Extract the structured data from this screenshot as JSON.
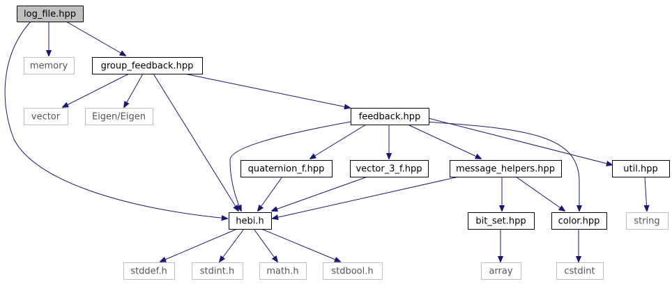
{
  "diagram": {
    "colors": {
      "edge": "#191970",
      "root_fill": "#bfbfbf",
      "root_stroke": "#000000",
      "project_stroke": "#000000",
      "external_stroke": "#bfbfbf",
      "project_text": "#000000",
      "external_text": "#555555",
      "background": "#ffffff"
    },
    "nodes": [
      {
        "id": "log_file",
        "label": "log_file.hpp",
        "kind": "root"
      },
      {
        "id": "memory",
        "label": "memory",
        "kind": "external"
      },
      {
        "id": "group_feedback",
        "label": "group_feedback.hpp",
        "kind": "project"
      },
      {
        "id": "vector",
        "label": "vector",
        "kind": "external"
      },
      {
        "id": "eigen",
        "label": "Eigen/Eigen",
        "kind": "external"
      },
      {
        "id": "feedback",
        "label": "feedback.hpp",
        "kind": "project"
      },
      {
        "id": "quaternion_f",
        "label": "quaternion_f.hpp",
        "kind": "project"
      },
      {
        "id": "vector_3_f",
        "label": "vector_3_f.hpp",
        "kind": "project"
      },
      {
        "id": "message_helpers",
        "label": "message_helpers.hpp",
        "kind": "project"
      },
      {
        "id": "util",
        "label": "util.hpp",
        "kind": "project"
      },
      {
        "id": "hebi_h",
        "label": "hebi.h",
        "kind": "project"
      },
      {
        "id": "bit_set",
        "label": "bit_set.hpp",
        "kind": "project"
      },
      {
        "id": "color",
        "label": "color.hpp",
        "kind": "project"
      },
      {
        "id": "string",
        "label": "string",
        "kind": "external"
      },
      {
        "id": "stddef",
        "label": "stddef.h",
        "kind": "external"
      },
      {
        "id": "stdint",
        "label": "stdint.h",
        "kind": "external"
      },
      {
        "id": "math",
        "label": "math.h",
        "kind": "external"
      },
      {
        "id": "stdbool",
        "label": "stdbool.h",
        "kind": "external"
      },
      {
        "id": "array",
        "label": "array",
        "kind": "external"
      },
      {
        "id": "cstdint",
        "label": "cstdint",
        "kind": "external"
      }
    ],
    "edges": [
      {
        "from": "log_file",
        "to": "memory"
      },
      {
        "from": "log_file",
        "to": "group_feedback"
      },
      {
        "from": "log_file",
        "to": "hebi_h"
      },
      {
        "from": "group_feedback",
        "to": "vector"
      },
      {
        "from": "group_feedback",
        "to": "eigen"
      },
      {
        "from": "group_feedback",
        "to": "feedback"
      },
      {
        "from": "group_feedback",
        "to": "hebi_h"
      },
      {
        "from": "feedback",
        "to": "hebi_h"
      },
      {
        "from": "feedback",
        "to": "quaternion_f"
      },
      {
        "from": "feedback",
        "to": "vector_3_f"
      },
      {
        "from": "feedback",
        "to": "message_helpers"
      },
      {
        "from": "feedback",
        "to": "color"
      },
      {
        "from": "feedback",
        "to": "util"
      },
      {
        "from": "quaternion_f",
        "to": "hebi_h"
      },
      {
        "from": "vector_3_f",
        "to": "hebi_h"
      },
      {
        "from": "message_helpers",
        "to": "hebi_h"
      },
      {
        "from": "message_helpers",
        "to": "bit_set"
      },
      {
        "from": "message_helpers",
        "to": "color"
      },
      {
        "from": "util",
        "to": "string"
      },
      {
        "from": "hebi_h",
        "to": "stddef"
      },
      {
        "from": "hebi_h",
        "to": "stdint"
      },
      {
        "from": "hebi_h",
        "to": "math"
      },
      {
        "from": "hebi_h",
        "to": "stdbool"
      },
      {
        "from": "bit_set",
        "to": "array"
      },
      {
        "from": "color",
        "to": "cstdint"
      }
    ]
  }
}
